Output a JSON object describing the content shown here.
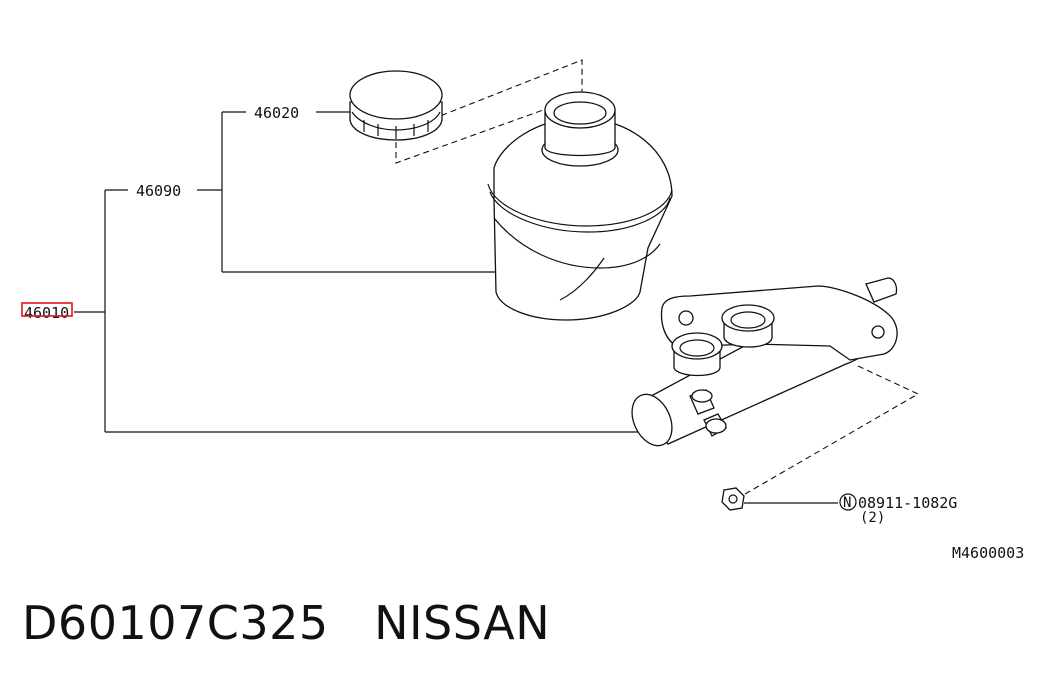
{
  "diagram": {
    "diagram_code": "M4600003",
    "callouts": {
      "master_cylinder_assy": "46010",
      "reservoir_tank": "46090",
      "reservoir_cap": "46020",
      "nut_part": "08911-1082G",
      "nut_qty": "(2)",
      "nut_marker": "N"
    },
    "highlight_color": "#e8121e"
  },
  "footer": {
    "part_number": "D60107C325",
    "brand": "NISSAN"
  }
}
